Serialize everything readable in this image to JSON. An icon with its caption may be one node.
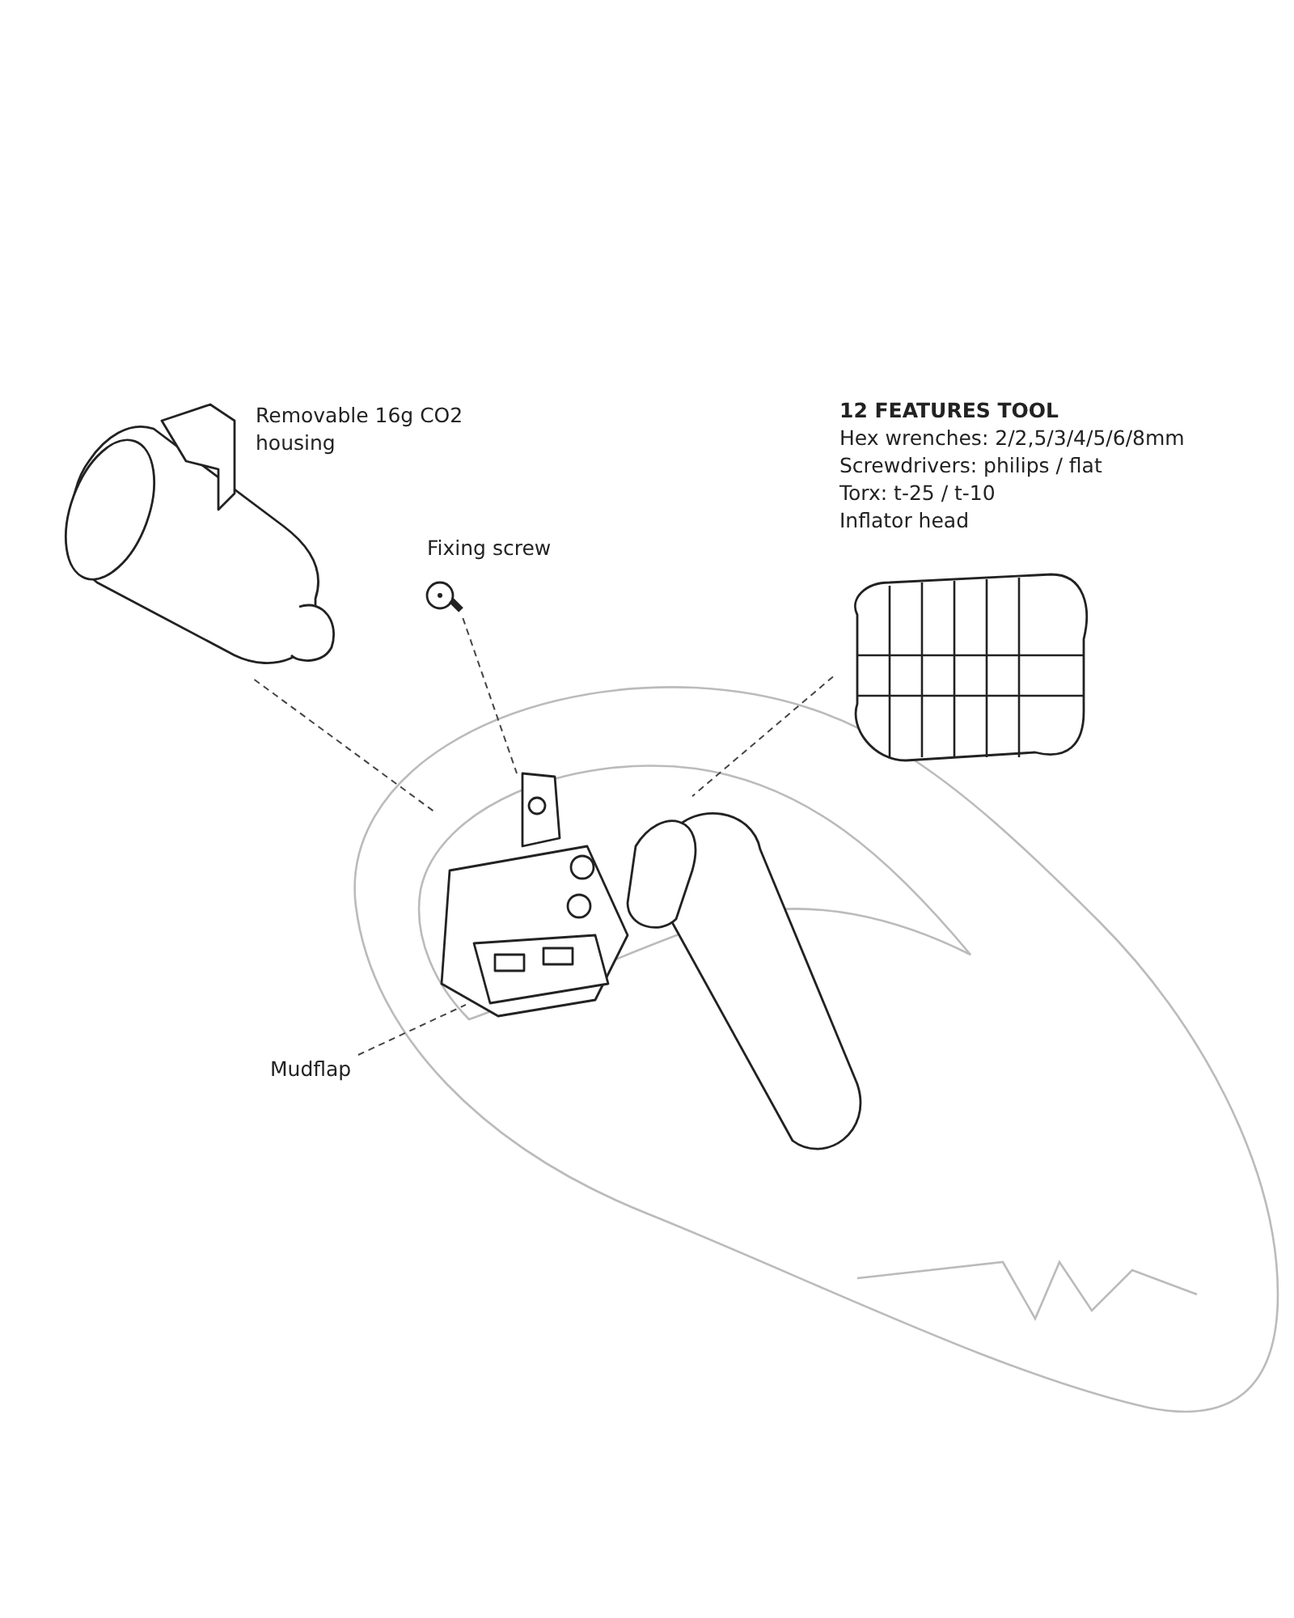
{
  "diagram": {
    "nodes": [
      {
        "text": [
          "Removable 16g CO2 housing"
        ]
      },
      {
        "text": [
          "Fixing screw"
        ]
      },
      {
        "text": [
          "12 FEATURES TOOL",
          "Hex wrenches: 2/2,5/3/4/5/6/8mm",
          "Screwdrivers: philips / flat",
          "Torx: t-25 / t-10",
          "Inflator head"
        ]
      },
      {
        "text": [],
        "shape": "picture"
      },
      {
        "text": [
          "Mudflap"
        ]
      },
      {
        "text": [],
        "shape": "picture",
        "in": 3
      }
    ],
    "edges": [
      {
        "from": 0,
        "to": 3,
        "arrow": "none",
        "style": "dashed"
      },
      {
        "from": 1,
        "to": 3,
        "arrow": "none",
        "style": "dashed"
      },
      {
        "from": 2,
        "to": 3,
        "arrow": "none",
        "style": "dashed"
      },
      {
        "from": 4,
        "to": 5,
        "arrow": "none",
        "style": "dashed"
      }
    ]
  }
}
